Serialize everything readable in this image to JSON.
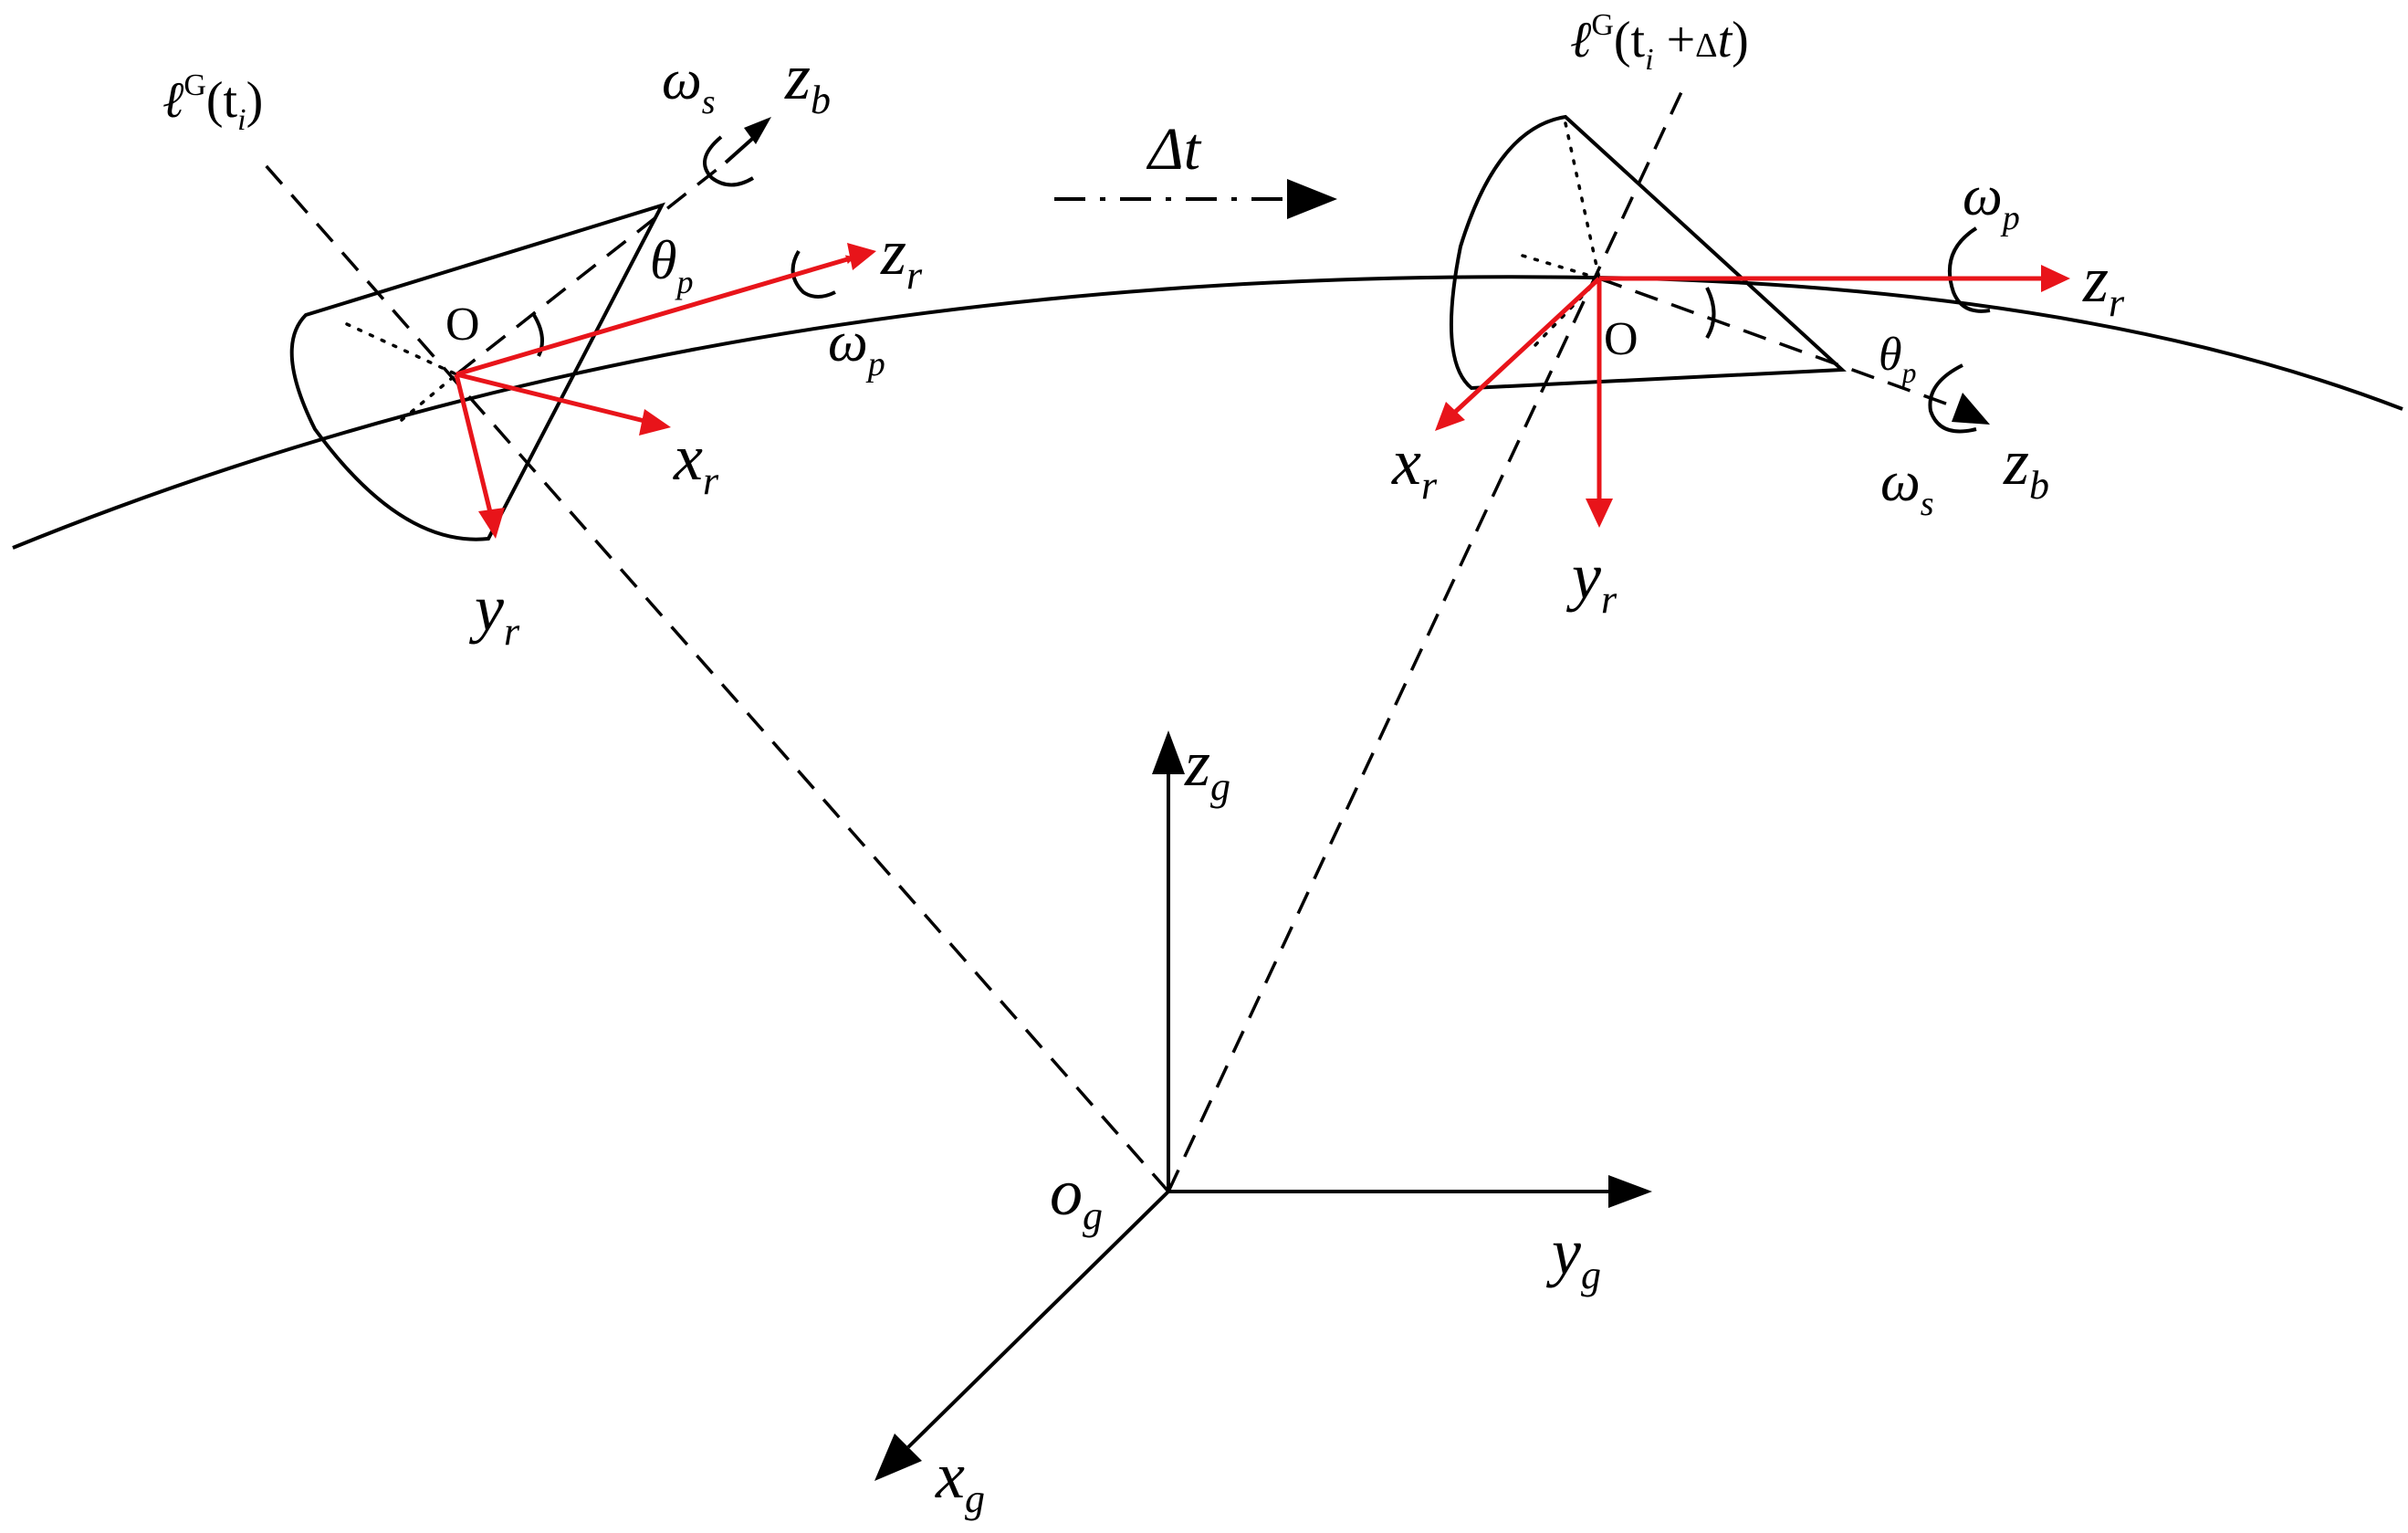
{
  "diagram": {
    "left_body": {
      "los_label": "ℓ",
      "los_sup": "G",
      "los_arg_open": "(t",
      "los_arg_sub": "i",
      "los_arg_close": ")",
      "spin_label": "ω",
      "spin_sub": "s",
      "zb_label": "z",
      "zb_sub": "b",
      "theta_label": "θ",
      "theta_sub": "p",
      "zr_label": "z",
      "zr_sub": "r",
      "precession_label": "ω",
      "precession_sub": "p",
      "xr_label": "x",
      "xr_sub": "r",
      "yr_label": "y",
      "yr_sub": "r",
      "origin_label": "O"
    },
    "time_step": {
      "label": "Δt"
    },
    "right_body": {
      "los_label": "ℓ",
      "los_sup": "G",
      "los_arg_open": "(t",
      "los_arg_sub": "i",
      "los_arg_plus": " +",
      "los_arg_delta": "Δ",
      "los_arg_t": "t",
      "los_arg_close": ")",
      "precession_label": "ω",
      "precession_sub": "p",
      "zr_label": "z",
      "zr_sub": "r",
      "theta_label": "θ",
      "theta_sub": "p",
      "spin_label": "ω",
      "spin_sub": "s",
      "zb_label": "z",
      "zb_sub": "b",
      "xr_label": "x",
      "xr_sub": "r",
      "yr_label": "y",
      "yr_sub": "r",
      "origin_label": "O"
    },
    "ground_frame": {
      "origin_label": "o",
      "origin_sub": "g",
      "zg_label": "z",
      "zg_sub": "g",
      "yg_label": "y",
      "yg_sub": "g",
      "xg_label": "x",
      "xg_sub": "g"
    },
    "colors": {
      "body_frame": "#e8141a",
      "lines": "#000000"
    }
  }
}
